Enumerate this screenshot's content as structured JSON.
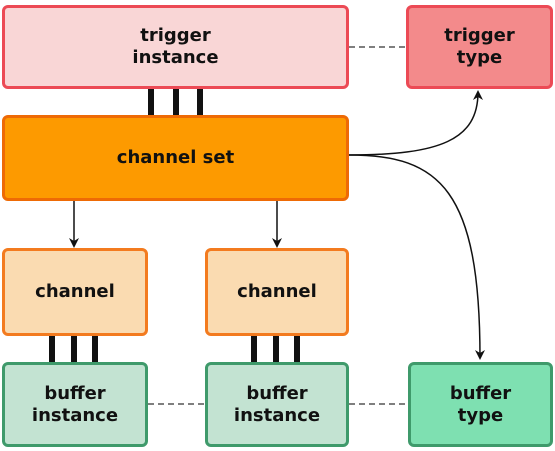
{
  "colors": {
    "trigger_fill": "#f9d6d6",
    "trigger_border": "#ec4a55",
    "trigger_type_fill": "#f38a8b",
    "channel_set_fill": "#fd9a00",
    "channel_set_border": "#ee6a05",
    "channel_fill": "#fadbb1",
    "channel_border": "#f37b1f",
    "buffer_fill": "#c3e3d2",
    "buffer_border": "#3f9a6b",
    "buffer_type_fill": "#7ee0b1",
    "connector": "#111111",
    "dashed": "#555555"
  },
  "nodes": {
    "trigger_instance": {
      "label": "trigger\ninstance"
    },
    "trigger_type": {
      "label": "trigger\ntype"
    },
    "channel_set": {
      "label": "channel set"
    },
    "channel_1": {
      "label": "channel"
    },
    "channel_2": {
      "label": "channel"
    },
    "buffer_instance_1": {
      "label": "buffer\ninstance"
    },
    "buffer_instance_2": {
      "label": "buffer\ninstance"
    },
    "buffer_type": {
      "label": "buffer\ntype"
    }
  }
}
